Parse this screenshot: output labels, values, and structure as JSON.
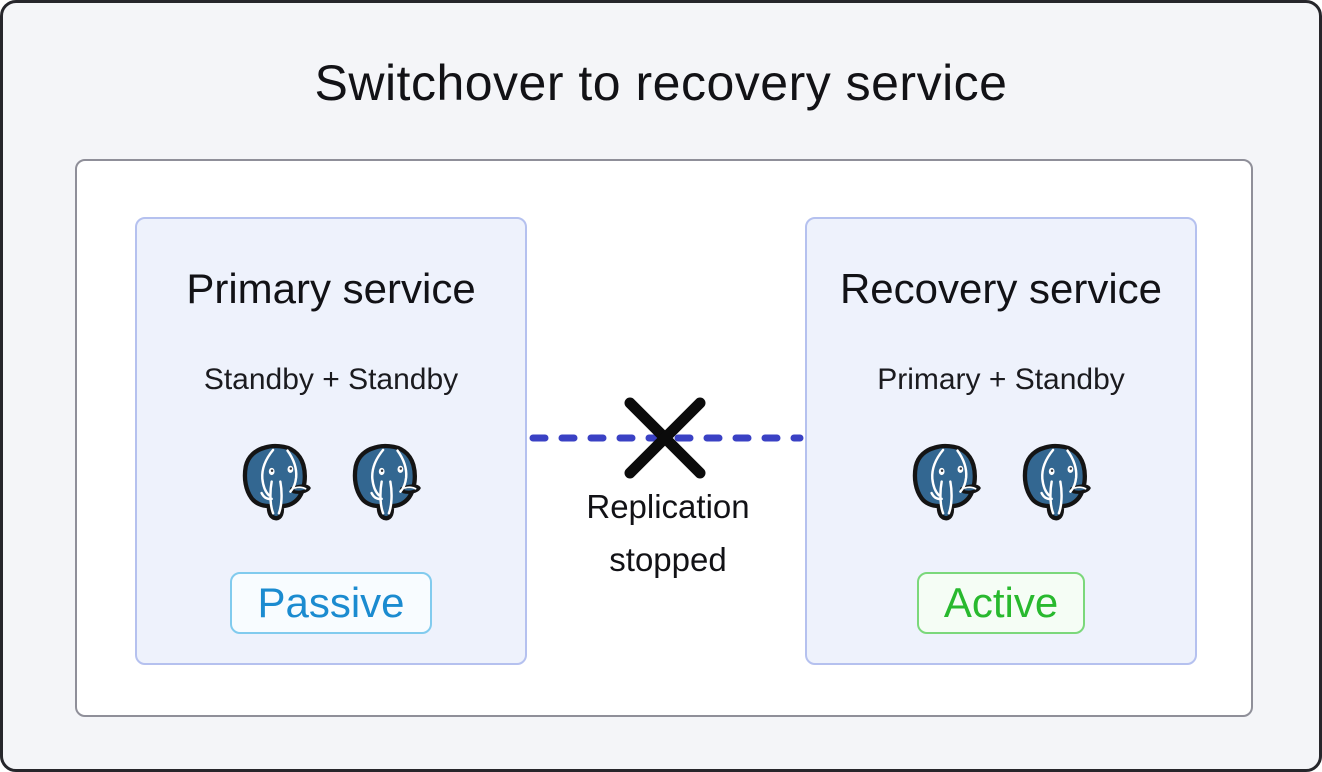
{
  "diagram": {
    "title": "Switchover to recovery service",
    "cards": [
      {
        "id": "primary-service",
        "title": "Primary service",
        "subtitle": "Standby + Standby",
        "status": "Passive",
        "status_style": "passive",
        "icons": [
          "postgresql-elephant-icon",
          "postgresql-elephant-icon"
        ]
      },
      {
        "id": "recovery-service",
        "title": "Recovery service",
        "subtitle": "Primary + Standby",
        "status": "Active",
        "status_style": "active",
        "icons": [
          "postgresql-elephant-icon",
          "postgresql-elephant-icon"
        ]
      }
    ],
    "connector": {
      "label_line1": "Replication",
      "label_line2": "stopped",
      "line_style": "dashed",
      "marker": "x-mark-icon"
    },
    "colors": {
      "background": "#f4f5f8",
      "frame_border": "#26262b",
      "panel_border": "#8f8f99",
      "card_background": "#eef2fc",
      "card_border": "#b5c1ef",
      "dashed_line": "#3a41c4",
      "x_mark": "#0b0b0b",
      "text_primary": "#121216",
      "passive_text": "#1b8bd0",
      "passive_border": "#81cbee",
      "passive_background": "#f8fcff",
      "active_text": "#28b92e",
      "active_border": "#7bd87b",
      "active_background": "#f5fdf5",
      "postgres_blue": "#336791"
    }
  }
}
